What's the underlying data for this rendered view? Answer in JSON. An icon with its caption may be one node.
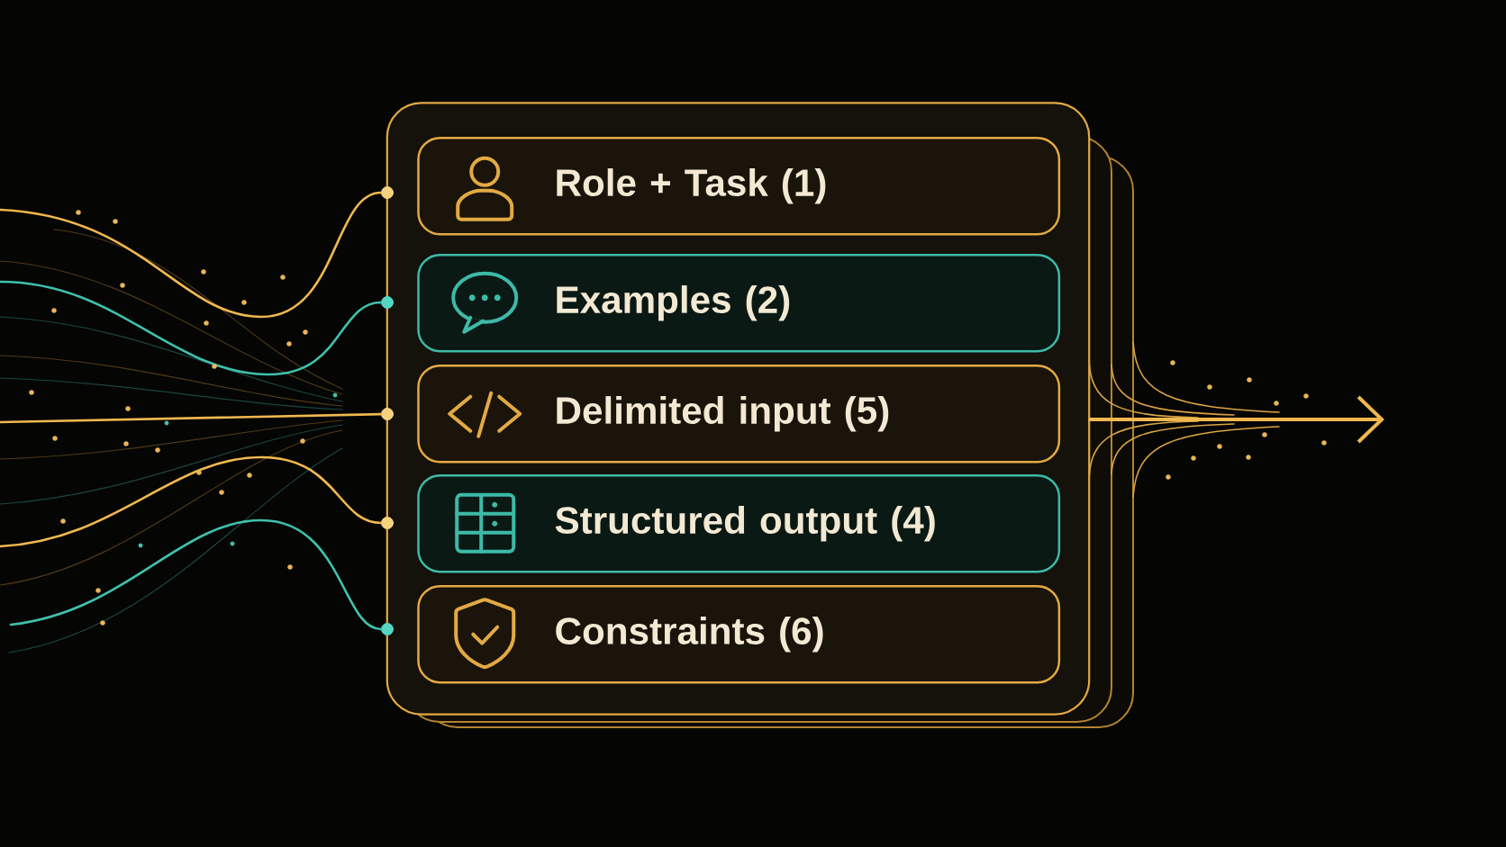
{
  "diagram": {
    "nodes": [
      {
        "text": [],
        "shape": "box"
      },
      {
        "text": [
          "Role + Task (1)"
        ],
        "in": 0
      },
      {
        "text": [
          "Examples (2)"
        ],
        "in": 0
      },
      {
        "text": [
          "Delimited input (5)"
        ],
        "in": 0
      },
      {
        "text": [
          "Structured output (4)"
        ],
        "in": 0
      },
      {
        "text": [
          "Constraints (6)"
        ],
        "in": 0
      },
      {
        "text": [],
        "shape": "circle"
      },
      {
        "text": [],
        "shape": "circle"
      },
      {
        "text": [],
        "shape": "circle"
      },
      {
        "text": [],
        "shape": "circle"
      },
      {
        "text": [],
        "shape": "circle"
      }
    ],
    "edges": [
      {
        "from": null,
        "to": 6,
        "arrow": "none"
      },
      {
        "from": null,
        "to": 7,
        "arrow": "none",
        "color": "#3fc1ad"
      },
      {
        "from": null,
        "to": 8,
        "arrow": "none"
      },
      {
        "from": null,
        "to": 9,
        "arrow": "none"
      },
      {
        "from": null,
        "to": 10,
        "arrow": "none",
        "color": "#3fc1ad"
      },
      {
        "from": 0,
        "to": null,
        "arrow": "to"
      }
    ]
  }
}
